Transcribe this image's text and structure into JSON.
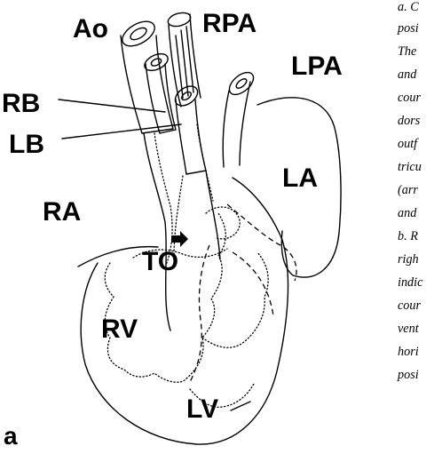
{
  "labels": {
    "ao": "Ao",
    "rpa": "RPA",
    "lpa": "LPA",
    "rb": "RB",
    "lb": "LB",
    "ra": "RA",
    "la": "LA",
    "to": "TO",
    "rv": "RV",
    "lv": "LV",
    "panel": "a"
  },
  "caption_fragments": [
    "a. C",
    "posi",
    "The",
    "and",
    "cour",
    "dors",
    "outf",
    "tricu",
    "(arr",
    "and",
    "b. R",
    "righ",
    "indic",
    "cour",
    "vent",
    "hori",
    "posi"
  ]
}
